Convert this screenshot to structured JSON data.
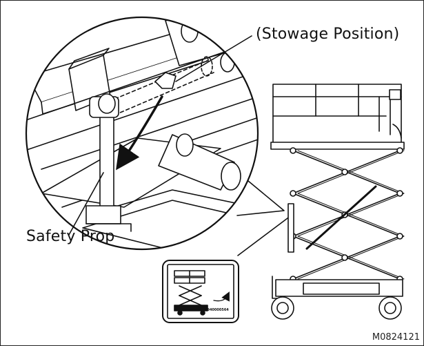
{
  "diagram": {
    "labels": {
      "stowage_position": "(Stowage Position)",
      "safety_prop": "Safety Prop",
      "figure_id": "M0824121"
    },
    "decal": {
      "code": "4940000564"
    },
    "colors": {
      "line": "#111111",
      "background": "#ffffff"
    }
  }
}
